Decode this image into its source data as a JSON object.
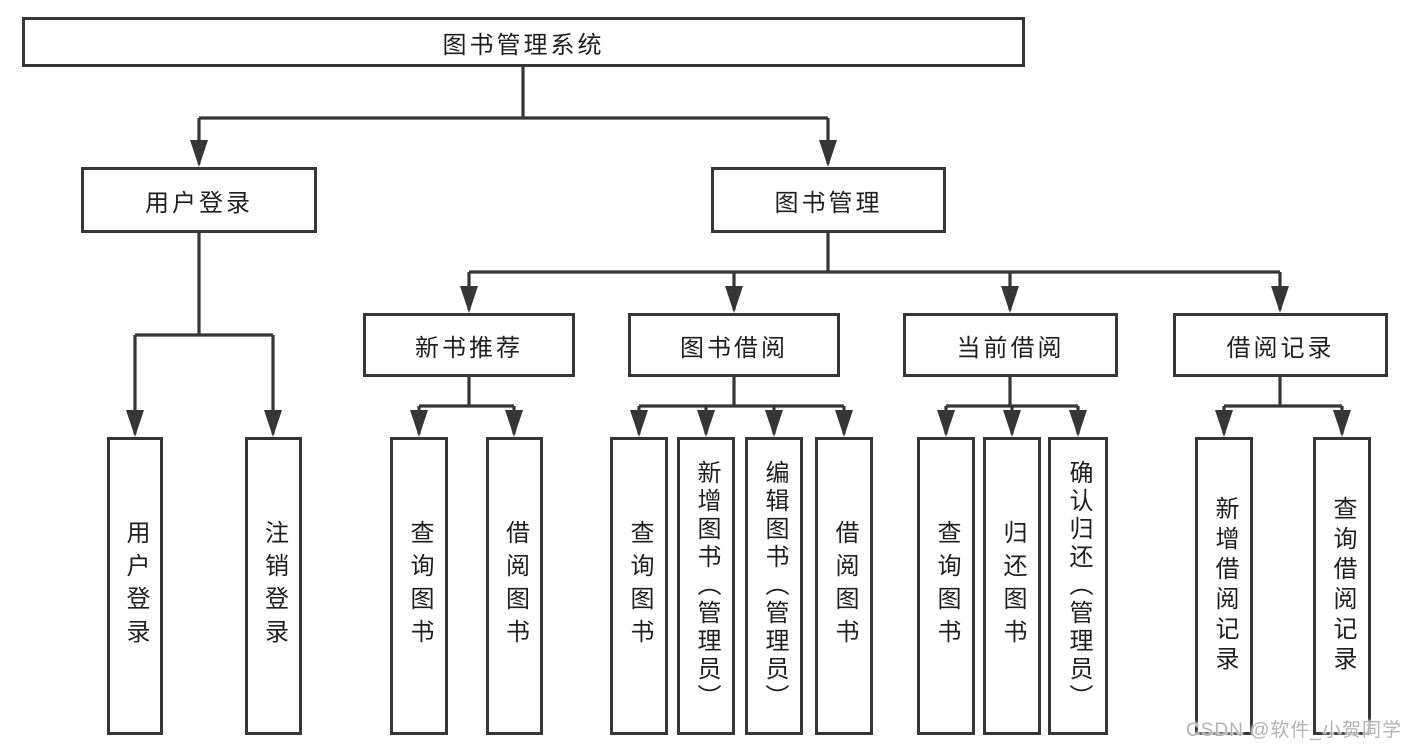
{
  "diagram": {
    "root": "图书管理系统",
    "user_login": {
      "label": "用户登录",
      "children": [
        "用户登录",
        "注销登录"
      ]
    },
    "book_mgmt": {
      "label": "图书管理"
    },
    "new_book_rec": {
      "label": "新书推荐",
      "children": [
        "查询图书",
        "借阅图书"
      ]
    },
    "book_borrow": {
      "label": "图书借阅",
      "children": [
        "查询图书",
        "新增图书（管理员）",
        "编辑图书（管理员）",
        "借阅图书"
      ]
    },
    "current_borrow": {
      "label": "当前借阅",
      "children": [
        "查询图书",
        "归还图书",
        "确认归还（管理员）"
      ]
    },
    "borrow_record": {
      "label": "借阅记录",
      "children": [
        "新增借阅记录",
        "查询借阅记录"
      ]
    }
  },
  "watermark": "CSDN @软件_小贺同学",
  "colors": {
    "line": "#363636",
    "text": "#1f1f1f",
    "watermark": "#b3b3b3"
  }
}
